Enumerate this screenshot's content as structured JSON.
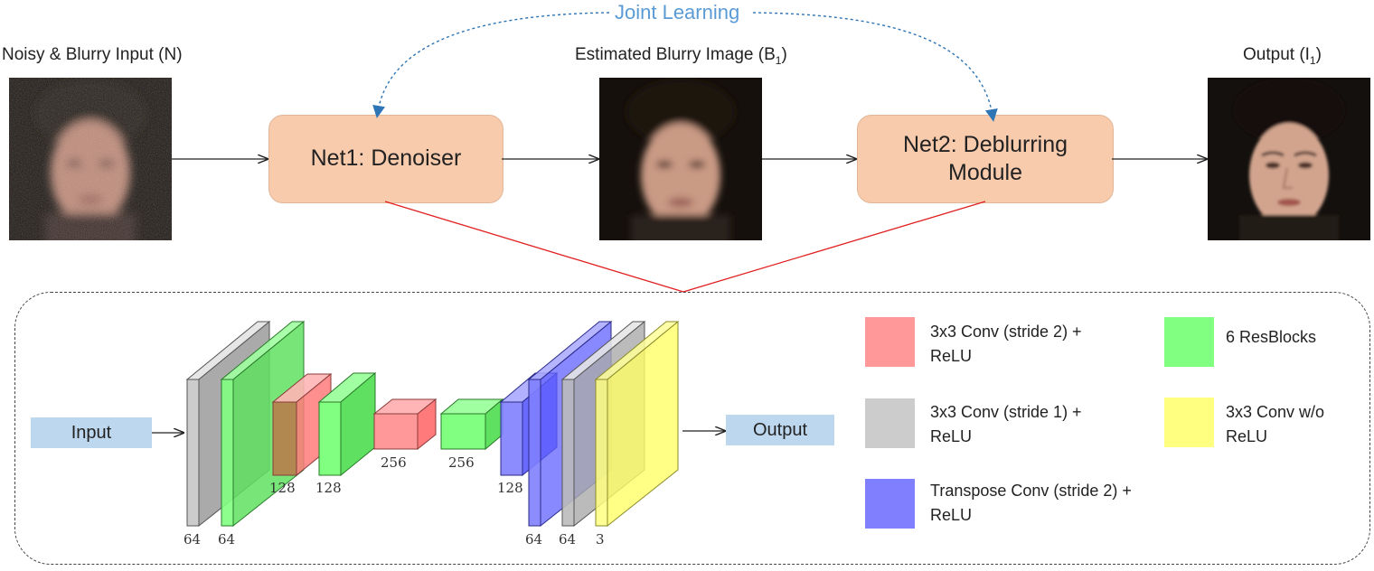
{
  "top": {
    "joint_label": "Joint Learning",
    "input_caption": "Noisy & Blurry Input (N)",
    "mid_caption": "Estimated Blurry Image (B",
    "mid_caption_sub": "1",
    "mid_caption_end": ")",
    "output_caption": "Output  (I",
    "output_caption_sub": "1",
    "output_caption_end": ")",
    "net1_label": "Net1: Denoiser",
    "net2_line1": "Net2: Deblurring",
    "net2_line2": "Module"
  },
  "architecture": {
    "input_label": "Input",
    "output_label": "Output",
    "dims": {
      "c1": "64",
      "c2": "64",
      "c3": "128",
      "c4": "128",
      "c5": "256",
      "c6": "256",
      "c7": "128",
      "c8": "64",
      "c9": "64",
      "c10": "3"
    }
  },
  "legend": [
    {
      "key": "conv2",
      "color": "#ff9999",
      "line1": "3x3 Conv (stride 2) +",
      "line2": "ReLU"
    },
    {
      "key": "conv1",
      "color": "#cccccc",
      "line1": "3x3 Conv (stride 1) +",
      "line2": "ReLU"
    },
    {
      "key": "tconv",
      "color": "#8080ff",
      "line1": "Transpose Conv (stride 2) +",
      "line2": "ReLU"
    },
    {
      "key": "resblocks",
      "color": "#80ff80",
      "line1": "6 ResBlocks",
      "line2": ""
    },
    {
      "key": "convnorelu",
      "color": "#ffff80",
      "line1": "3x3 Conv w/o",
      "line2": "ReLU"
    }
  ],
  "colors": {
    "net_fill": "#f8cbad",
    "io_fill": "#bdd7ee",
    "joint_blue": "#5b9bd5",
    "red_line": "#e02020",
    "gray": "#cccccc",
    "green": "#80ff80",
    "red": "#ff9999",
    "blue": "#8080ff",
    "yellow": "#ffff80"
  }
}
